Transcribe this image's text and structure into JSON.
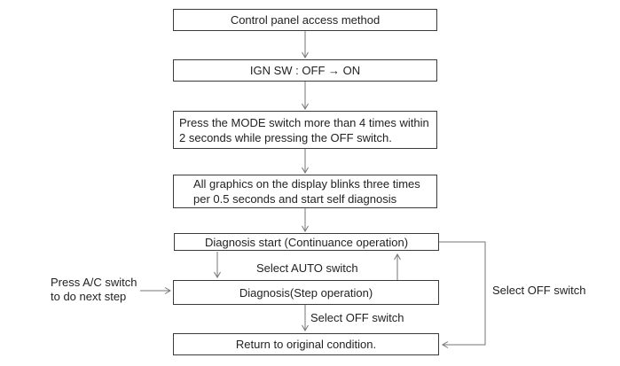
{
  "flowchart": {
    "title": "Control panel access method",
    "boxes": [
      {
        "id": "control-panel-access-method",
        "lines": [
          "Control panel access method"
        ]
      },
      {
        "id": "ign-sw-off-on",
        "lines": [
          "IGN SW : OFF → ON"
        ]
      },
      {
        "id": "press-mode-switch",
        "lines": [
          "Press the MODE switch more than 4 times within",
          "2 seconds while pressing the OFF switch."
        ]
      },
      {
        "id": "graphics-blink-self-diagnosis",
        "lines": [
          "All graphics on the display blinks three times",
          "per 0.5 seconds and start self diagnosis"
        ]
      },
      {
        "id": "diagnosis-start-continuance",
        "lines": [
          "Diagnosis start (Continuance operation)"
        ]
      },
      {
        "id": "diagnosis-step-operation",
        "lines": [
          "Diagnosis(Step operation)"
        ]
      },
      {
        "id": "return-to-original-condition",
        "lines": [
          "Return to original condition."
        ]
      }
    ],
    "edge_labels": {
      "select_auto_switch": "Select AUTO switch",
      "select_off_switch_mid": "Select OFF switch",
      "select_off_switch_right": "Select OFF switch",
      "press_ac_switch_line1": "Press A/C switch",
      "press_ac_switch_line2": "to do next step"
    },
    "colors": {
      "box_border": "#3a3a3a",
      "connector": "#757575",
      "text": "#222222",
      "background": "#ffffff"
    }
  }
}
